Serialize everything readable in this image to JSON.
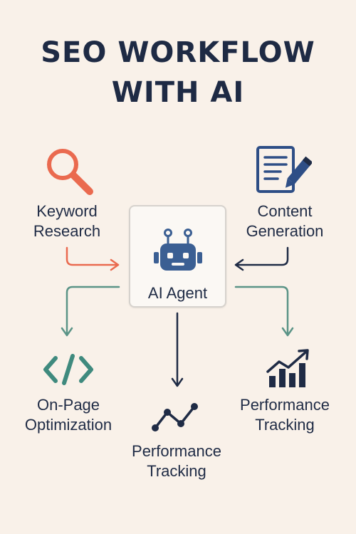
{
  "title": {
    "line1": "SEO WORKFLOW",
    "line2": "WITH AI"
  },
  "nodes": {
    "keyword_research": {
      "line1": "Keyword",
      "line2": "Research",
      "icon": "search-icon",
      "color": "#ea6a4f"
    },
    "content_generation": {
      "line1": "Content",
      "line2": "Generation",
      "icon": "document-pencil-icon",
      "color": "#2e4e86"
    },
    "ai_agent": {
      "label": "AI Agent",
      "icon": "robot-icon",
      "color": "#3b5f93"
    },
    "on_page_optimization": {
      "line1": "On-Page",
      "line2": "Optimization",
      "icon": "code-icon",
      "color": "#3f8a7e"
    },
    "performance_tracking_center": {
      "line1": "Performance",
      "line2": "Tracking",
      "icon": "line-chart-icon",
      "color": "#1f2b45"
    },
    "performance_tracking_right": {
      "line1": "Performance",
      "line2": "Tracking",
      "icon": "bar-chart-trend-icon",
      "color": "#1f2b45"
    }
  },
  "colors": {
    "background": "#f9f1e9",
    "text": "#1e2a44",
    "arrow_orange": "#ea6a4f",
    "arrow_dark": "#1f2b45",
    "arrow_teal": "#5b9487"
  }
}
